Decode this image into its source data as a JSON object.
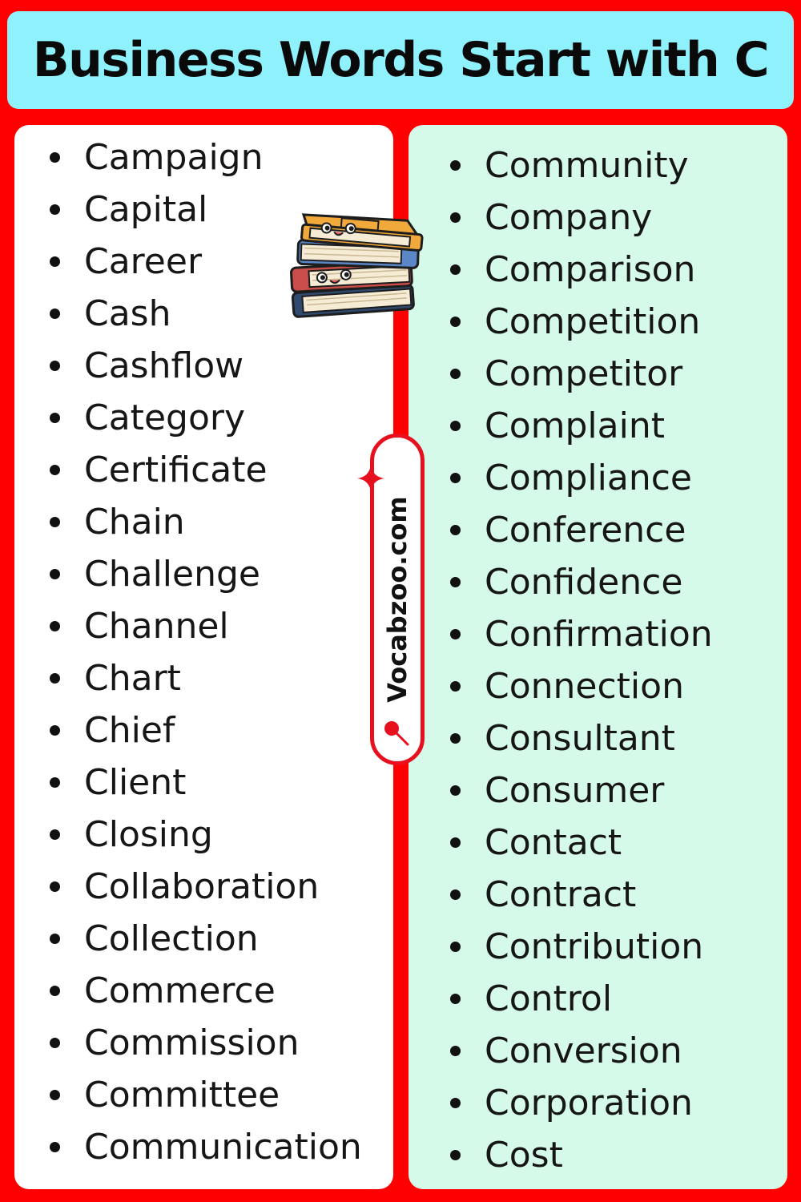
{
  "title": "Business Words Start with C",
  "brand": "Vocabzoo.com",
  "colors": {
    "background": "#ff0000",
    "title_bar": "#8ef1fb",
    "left_panel": "#ffffff",
    "right_panel": "#d6fae9",
    "text": "#161616"
  },
  "icons": [
    "books-stack-icon",
    "sparkle-icon",
    "search-icon"
  ],
  "left_words": [
    "Campaign",
    "Capital",
    "Career",
    "Cash",
    "Cashflow",
    "Category",
    "Certificate",
    "Chain",
    "Challenge",
    "Channel",
    "Chart",
    "Chief",
    "Client",
    "Closing",
    "Collaboration",
    "Collection",
    "Commerce",
    "Commission",
    "Committee",
    "Communication"
  ],
  "right_words": [
    "Community",
    "Company",
    "Comparison",
    "Competition",
    "Competitor",
    "Complaint",
    "Compliance",
    "Conference",
    "Confidence",
    "Confirmation",
    "Connection",
    "Consultant",
    "Consumer",
    "Contact",
    "Contract",
    "Contribution",
    "Control",
    "Conversion",
    "Corporation",
    "Cost"
  ]
}
